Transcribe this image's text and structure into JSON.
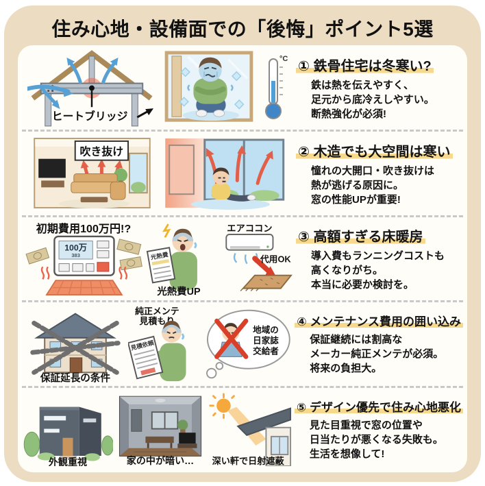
{
  "title": "住み心地・設備面での「後悔」ポイント5選",
  "colors": {
    "card_bg": "#ecdcc2",
    "panel_bg": "#fffdf8",
    "highlight": "#f7d98d",
    "divider": "#c9c9c9",
    "cold_blue": "#57a0d4",
    "heat_red": "#e2604a"
  },
  "sections": [
    {
      "num": "①",
      "heading": "鉄骨住宅は冬寒い?",
      "body_lines": [
        "鉄は熱を伝えやすく、",
        "足元から底冷えしやすい。",
        "断熱強化が必須!"
      ],
      "labels": {
        "heat_bridge": "ヒートブリッジ",
        "celsius": "°C"
      }
    },
    {
      "num": "②",
      "heading": "木造でも大空間は寒い",
      "body_lines": [
        "憧れの大開口・吹き抜けは",
        "熱が逃げる原因に。",
        "窓の性能UPが重要!"
      ],
      "labels": {
        "atrium": "吹き抜け"
      }
    },
    {
      "num": "③",
      "heading": "高額すぎる床暖房",
      "body_lines": [
        "導入費もランニングコストも",
        "高くなりがち。",
        "本当に必要か検討を。"
      ],
      "labels": {
        "initial_cost": "初期費用100万円!?",
        "lcd_top": "100万",
        "lcd_bottom": "383",
        "bill": "光熱費",
        "utility_up": "光熱費UP",
        "aircon": "エアココン",
        "substitute": "代用OK"
      }
    },
    {
      "num": "④",
      "heading": "メンテナンス費用の囲い込み",
      "body_lines": [
        "保証継続には割高な",
        "メーカー純正メンテが必須。",
        "将来の負担大。"
      ],
      "labels": {
        "warranty": "保証延長の条件",
        "estimate_line1": "純正メンテ",
        "estimate_line2": "見積もり",
        "doc_header": "見積依頼",
        "bubble_line1": "地域の",
        "bubble_line2": "日家誌",
        "bubble_line3": "交給者"
      }
    },
    {
      "num": "⑤",
      "heading": "デザイン優先で住み心地悪化",
      "body_lines": [
        "見た目重視で窓の位置や",
        "日当たりが悪くなる失敗も。",
        "生活を想像して!"
      ],
      "labels": {
        "exterior": "外観重視",
        "dark_inside": "家の中が暗い…",
        "eaves": "深い軒で日射遮蔽"
      }
    }
  ]
}
